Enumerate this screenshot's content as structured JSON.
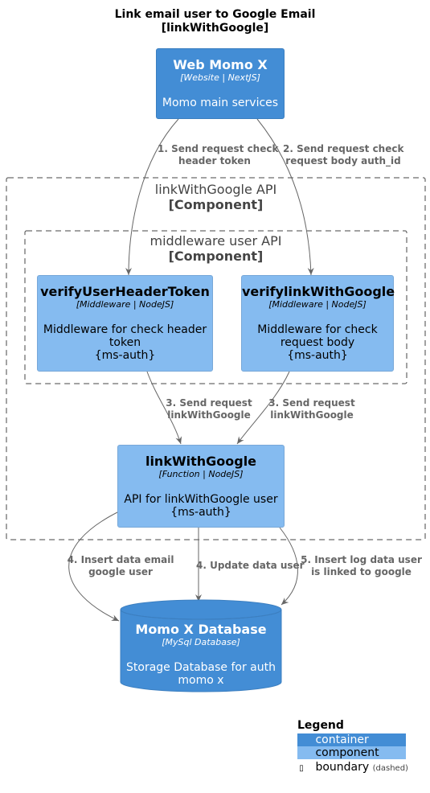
{
  "title_line1": "Link email user to Google Email",
  "title_line2": "[linkWithGoogle]",
  "web": {
    "name": "Web Momo X",
    "tech": "[Website | NextJS]",
    "desc": "Momo main services"
  },
  "api_boundary": {
    "name": "linkWithGoogle API",
    "type": "[Component]"
  },
  "mw_boundary": {
    "name": "middleware user API",
    "type": "[Component]"
  },
  "verify_header": {
    "name": "verifyUserHeaderToken",
    "tech": "[Middleware | NodeJS]",
    "desc1": "Middleware for check header",
    "desc2": "token",
    "desc3": "{ms-auth}"
  },
  "verify_link": {
    "name": "verifylinkWithGoogle",
    "tech": "[Middleware | NodeJS]",
    "desc1": "Middleware for check",
    "desc2": "request body",
    "desc3": "{ms-auth}"
  },
  "link_fn": {
    "name": "linkWithGoogle",
    "tech": "[Function | NodeJS]",
    "desc1": "API for linkWithGoogle user",
    "desc2": "{ms-auth}"
  },
  "db": {
    "name": "Momo X Database",
    "tech": "[MySql Database]",
    "desc1": "Storage Database for auth",
    "desc2": "momo x"
  },
  "edges": {
    "e1_l1": "1. Send request check",
    "e1_l2": "header token",
    "e2_l1": "2. Send request check",
    "e2_l2": "request body auth_id",
    "e3a_l1": "3. Send request",
    "e3a_l2": "linkWithGoogle",
    "e3b_l1": "3. Send request",
    "e3b_l2": "linkWithGoogle",
    "e4a_l1": "4. Insert data email",
    "e4a_l2": "google user",
    "e4b": "4. Update data user",
    "e5_l1": "5. Insert log data user",
    "e5_l2": "is linked to google"
  },
  "legend": {
    "title": "Legend",
    "container": "container",
    "component": "component",
    "boundary": "boundary",
    "boundary_note": "(dashed)",
    "boundary_glyph": "▯"
  },
  "colors": {
    "container": "#438DD5",
    "component": "#85BBF0",
    "edge": "#666666",
    "boundary": "#444444"
  }
}
